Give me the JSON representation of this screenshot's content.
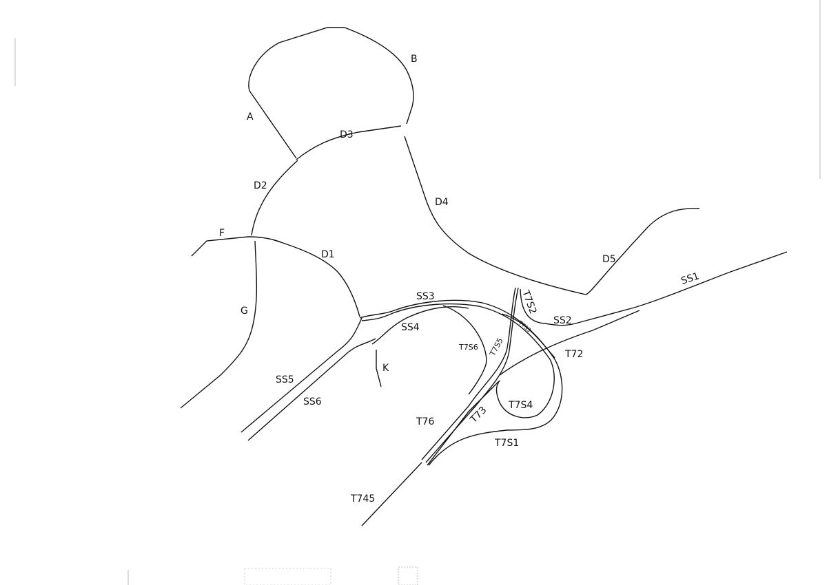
{
  "labels": {
    "A": "A",
    "B": "B",
    "D1": "D1",
    "D2": "D2",
    "D3": "D3",
    "D4": "D4",
    "D5": "D5",
    "F": "F",
    "G": "G",
    "K": "K",
    "SS1": "SS1",
    "SS2": "SS2",
    "SS3": "SS3",
    "SS4": "SS4",
    "SS5": "SS5",
    "SS6": "SS6",
    "T72": "T72",
    "T73": "T73",
    "T76": "T76",
    "T745": "T745",
    "T7S1": "T7S1",
    "T7S2": "T7S2",
    "T7S3": "T7S3",
    "T7S4": "T7S4",
    "T7S5": "T7S5",
    "T7S6": "T7S6"
  }
}
